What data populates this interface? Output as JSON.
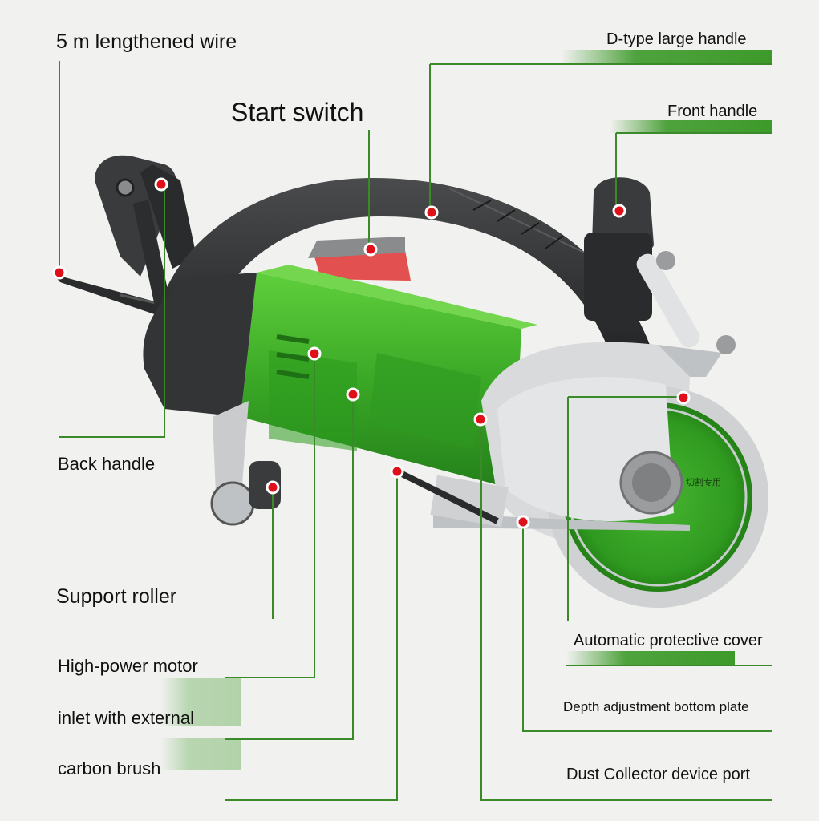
{
  "labels": {
    "wire": "5 m lengthened wire",
    "start_switch": "Start switch",
    "back_handle": "Back handle",
    "support_roller": "Support roller",
    "motor_line1": "High-power motor",
    "motor_line2": "inlet with external",
    "motor_line3": "carbon brush",
    "d_handle": "D-type large handle",
    "front_handle": "Front handle",
    "protective_cover": "Automatic protective cover",
    "depth_plate": "Depth adjustment bottom plate",
    "dust_port": "Dust Collector device port"
  },
  "blade_text": "切割专用",
  "colors": {
    "background": "#f1f1ef",
    "machine_green": "#3fae2a",
    "handle_dark": "#2f3031",
    "guard_silver": "#d8dadb",
    "switch_red": "#e2514f",
    "marker_red": "#e0101a",
    "leader_green": "#3a8a2a"
  }
}
